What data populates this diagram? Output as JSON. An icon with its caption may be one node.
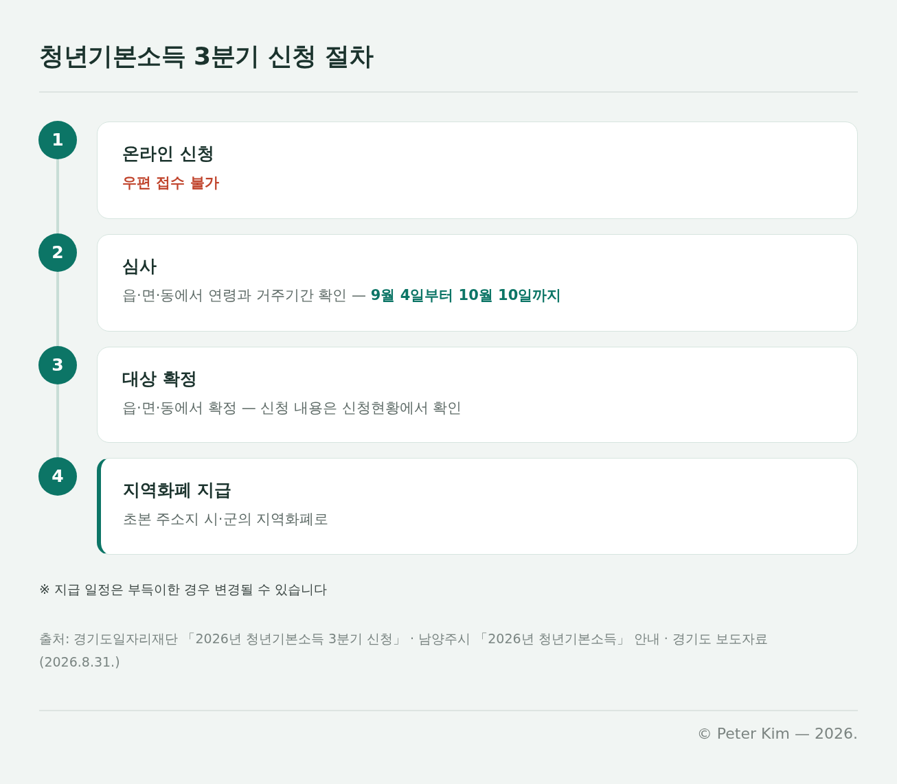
{
  "diagram": {
    "title": "청년기본소득 3분기 신청 절차",
    "nodes": [
      {
        "text": [
          "1"
        ]
      },
      {
        "text": [
          "온라인 신청",
          "우편 접수 불가"
        ]
      },
      {
        "text": [
          "2"
        ]
      },
      {
        "text": [
          "심사",
          "읍·면·동에서 연령과 거주기간 확인 — **9월 4일부터 10월 10일까지**"
        ]
      },
      {
        "text": [
          "3"
        ]
      },
      {
        "text": [
          "대상 확정",
          "읍·면·동에서 확정 — 신청 내용은 신청현황에서 확인"
        ]
      },
      {
        "text": [
          "4"
        ]
      },
      {
        "text": [
          "지역화폐 지급",
          "초본 주소지 시·군의 지역화폐로"
        ]
      }
    ],
    "edges": [
      {
        "from": 0,
        "to": 2,
        "arrow": "none"
      },
      {
        "from": 2,
        "to": 4,
        "arrow": "none"
      },
      {
        "from": 4,
        "to": 6,
        "arrow": "none"
      }
    ],
    "labels": [
      "※ 지급 일정은 부득이한 경우 변경될 수 있습니다",
      "출처: 경기도일자리재단 「2026년 청년기본소득 3분기 신청」 · 남양주시 「2026년 청년기본소득」 안내 · 경기도 보도자료 (2026.8.31.)",
      "© Peter Kim — 2026."
    ]
  }
}
